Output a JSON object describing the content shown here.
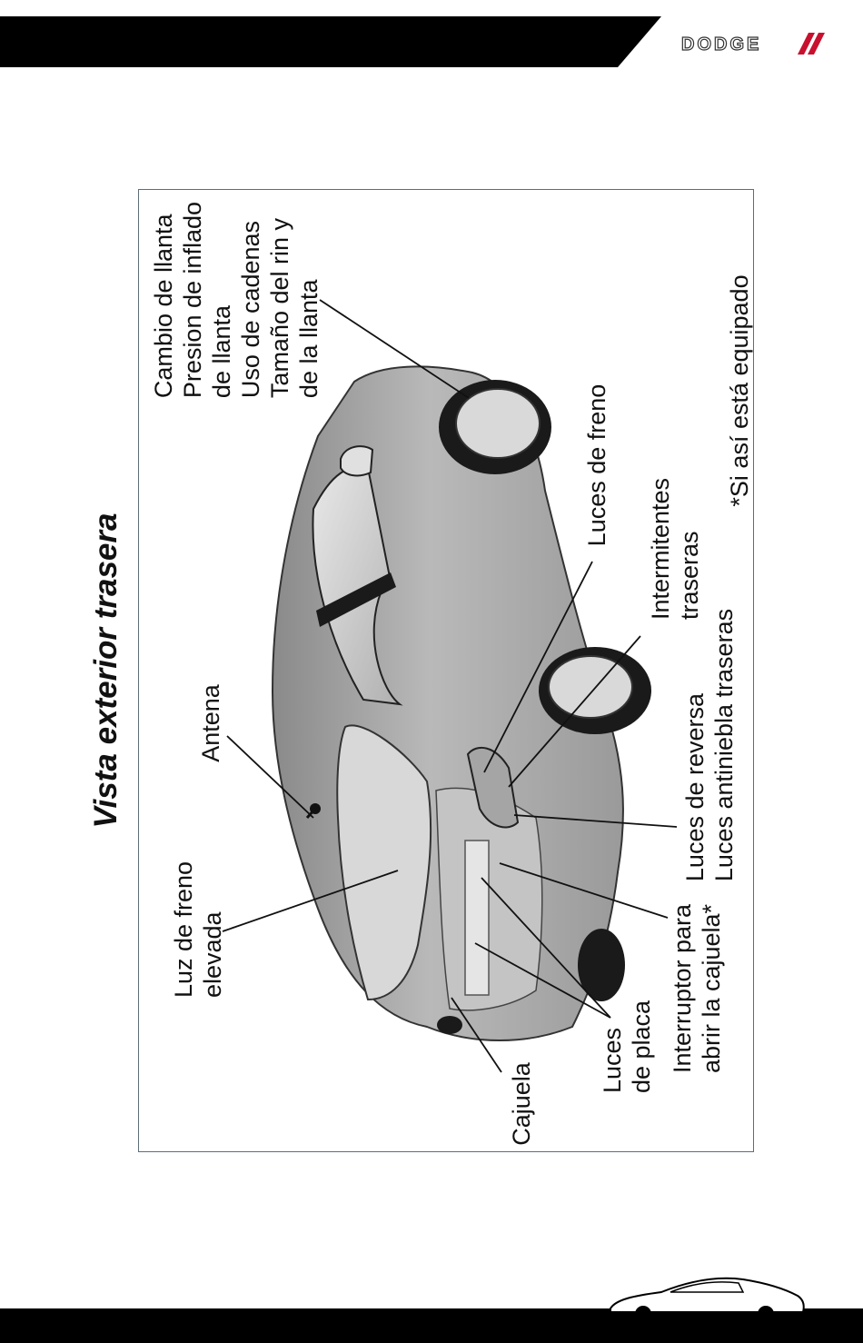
{
  "header": {
    "brand": "DODGE"
  },
  "title": "Vista exterior trasera",
  "labels": {
    "llanta": "Cambio de llanta\nPresion de inflado\nde llanta\nUso de cadenas\nTamaño del rin y\nde la llanta",
    "antena": "Antena",
    "luz_freno_elevada": "Luz de freno\nelevada",
    "luces_freno": "Luces de freno",
    "intermitentes": "Intermitentes\ntraseras",
    "luces_reversa": "Luces de reversa\nLuces antiniebla traseras",
    "interruptor": "Interruptor para\nabrir la cajuela*",
    "luces_placa": "Luces\nde placa",
    "cajuela": "Cajuela"
  },
  "footnote": "*Si así está equipado",
  "colors": {
    "bar": "#000000",
    "brand_red": "#c8102e",
    "frame": "#5b6e7a"
  }
}
